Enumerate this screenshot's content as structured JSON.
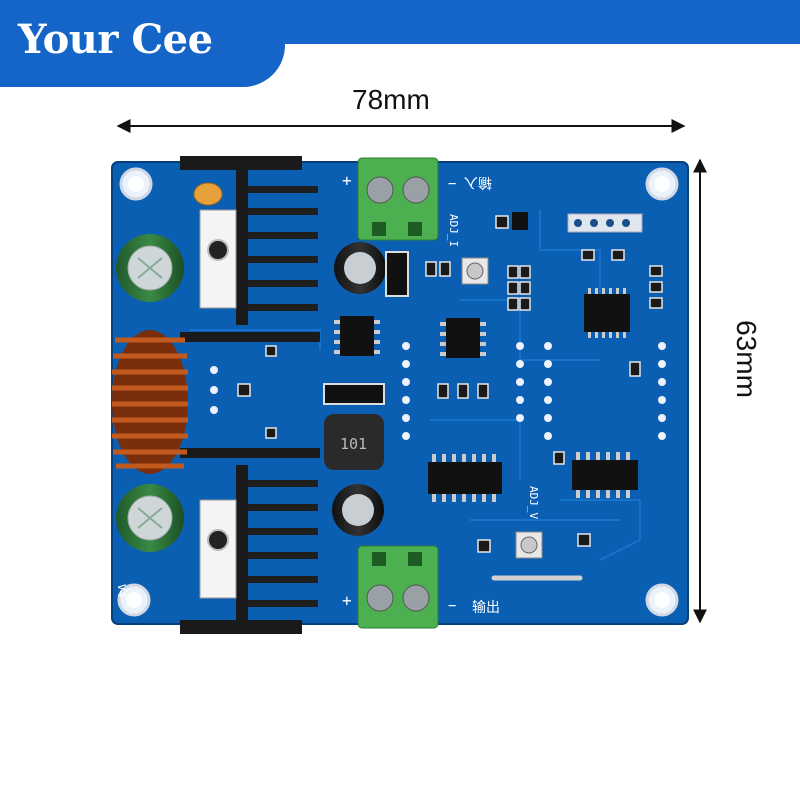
{
  "brand": {
    "name": "Your Cee"
  },
  "dimensions": {
    "width_label": "78mm",
    "height_label": "63mm"
  },
  "board_labels": {
    "adj_current": "ADJ_I",
    "adj_voltage": "ADJ_V",
    "input": "输入",
    "output": "输出",
    "inductor_code": "101",
    "v4": "V4",
    "plus": "+",
    "minus": "−"
  },
  "colors": {
    "brand_blue": "#1565c9",
    "pcb_blue": "#0a5fb3",
    "terminal_green": "#4caf50",
    "heatsink": "#1a1a1a"
  }
}
